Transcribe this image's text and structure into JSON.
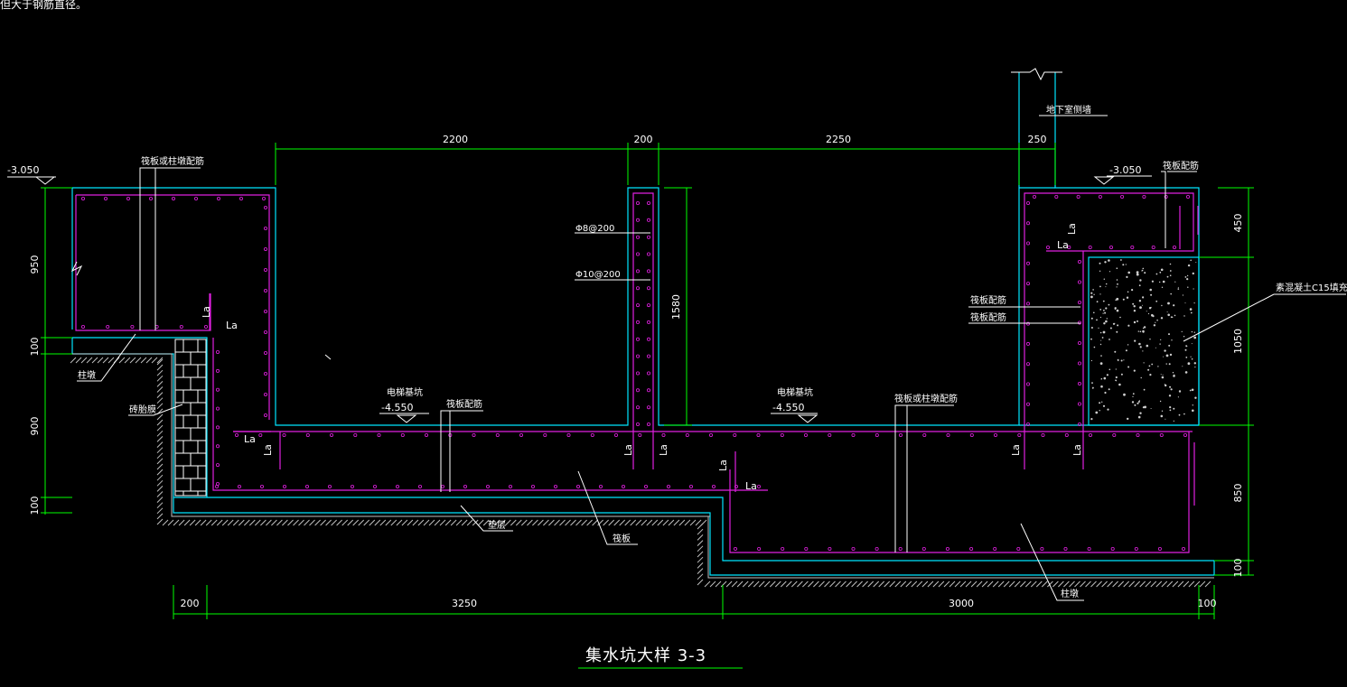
{
  "header": {
    "note": "但大于钢筋直径。"
  },
  "drawing": {
    "title": "集水坑大样 3-3",
    "labels": {
      "wall_name": "地下室侧墙",
      "rebar_top_left": "筏板或柱墩配筋",
      "rebar_top_right": "筏板配筋",
      "rebar_center": "筏板配筋",
      "rebar_right": "筏板或柱墩配筋",
      "rebar_mid_right_1": "筏板配筋",
      "rebar_mid_right_2": "筏板配筋",
      "rebar_wall_1": "Φ8@200",
      "rebar_wall_2": "Φ10@200",
      "fill": "素混凝土C15填充",
      "column_pier_left": "柱墩",
      "column_pier_right": "柱墩",
      "brick_wall": "砖胎膜",
      "cushion": "垫层",
      "raft": "筏板",
      "pit_left": "电梯基坑",
      "pit_right": "电梯基坑",
      "pit_left_elev": "-4.550",
      "pit_right_elev": "-4.550",
      "elev_left": "-3.050",
      "elev_right": "-3.050",
      "la": "La"
    },
    "dimensions": {
      "top": [
        "2200",
        "200",
        "2250",
        "250"
      ],
      "left": [
        "950",
        "100",
        "900",
        "100"
      ],
      "right": [
        "450",
        "1050",
        "850",
        "100"
      ],
      "bottom": [
        "200",
        "3250",
        "3000",
        "100"
      ],
      "inner_wall": "1580"
    },
    "colors": {
      "outline": "#00e5ff",
      "rebar": "#e020e0",
      "dimension": "#00ff00",
      "leader": "#ffffff"
    }
  }
}
